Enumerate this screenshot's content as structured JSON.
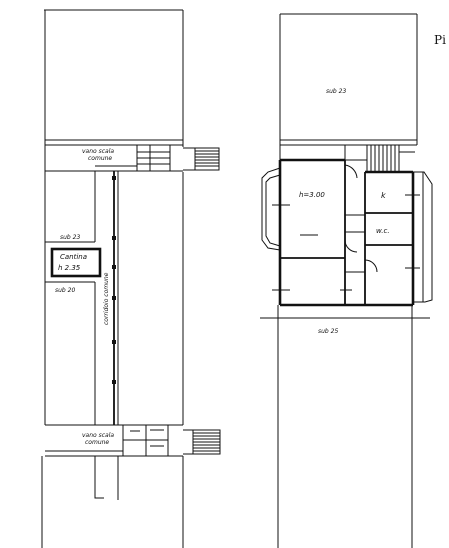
{
  "header": {
    "corner_text": "Pi"
  },
  "left_plan": {
    "stair_top_label_1": "vano scala",
    "stair_top_label_2": "comune",
    "cellar_sub_label": "sub 23",
    "cellar_name": "Cantina",
    "cellar_height": "h 2.35",
    "sub20_label": "sub 20",
    "corridor_label": "corridoio comune",
    "stair_bottom_label_1": "vano scala",
    "stair_bottom_label_2": "comune"
  },
  "right_plan": {
    "sub23_label": "sub 23",
    "room_height": "h=3.00",
    "kitchen": "k",
    "wc": "w.c.",
    "sub25_label": "sub 25"
  }
}
